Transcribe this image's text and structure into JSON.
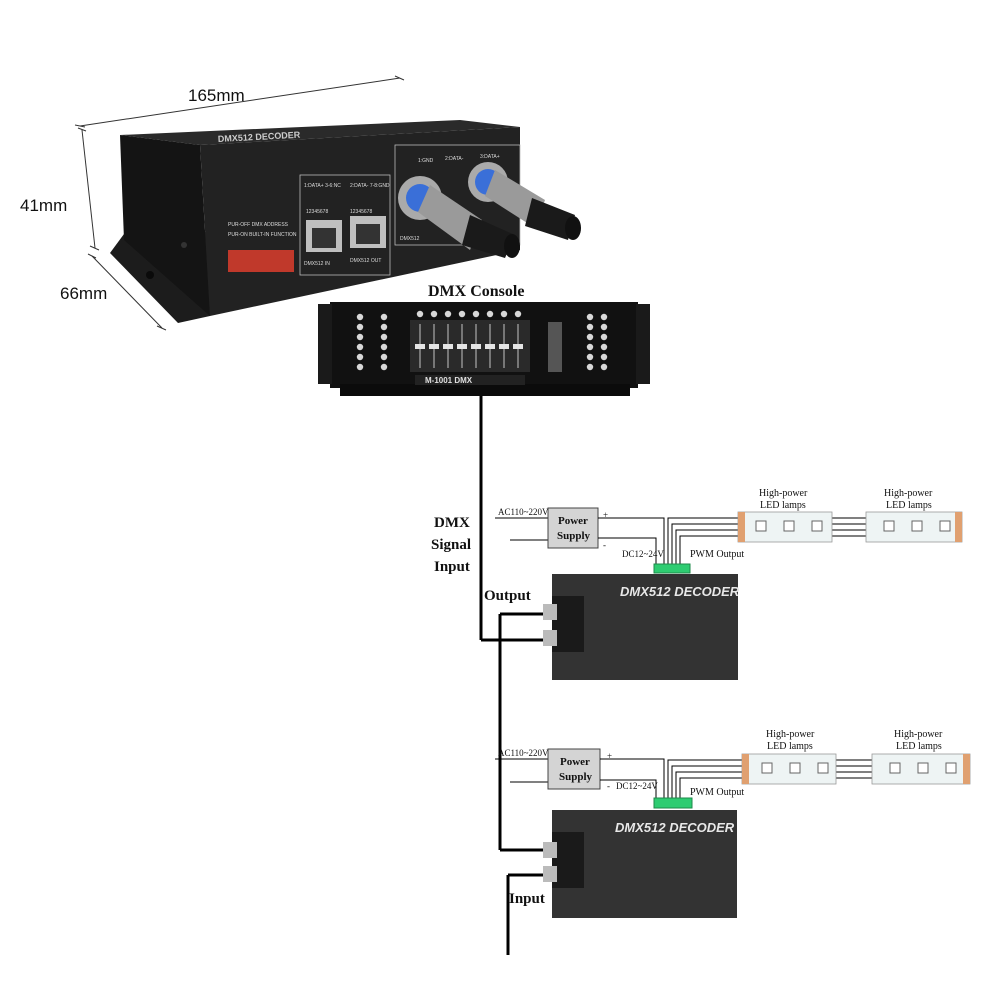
{
  "dimensions": {
    "length": "165mm",
    "height": "41mm",
    "width": "66mm"
  },
  "device": {
    "top_label": "DMX512 DECODER",
    "port_in_header": "1:DATA+ 3-6:NC",
    "port_out_header": "2:DATA- 7-8:GND",
    "pin_numbers": "12345678",
    "port_in_label": "DMX512 IN",
    "port_out_label": "DMX512 OUT",
    "switch_label_1": "PUR-OFF DMX ADDRESS",
    "switch_label_2": "PUR-ON BUILT-IN FUNCTION",
    "xlr_header_1": "1:GND",
    "xlr_header_2": "2:DATA-",
    "xlr_header_3": "3:DATA+",
    "xlr_footer": "DMX512"
  },
  "console": {
    "title": "DMX Console",
    "model": "M-1001 DMX"
  },
  "signal": {
    "line1": "DMX",
    "line2": "Signal",
    "line3": "Input"
  },
  "units": [
    {
      "ac_label": "AC110~220V",
      "psu_line1": "Power",
      "psu_line2": "Supply",
      "plus": "+",
      "minus": "-",
      "dc_label": "DC12~24V",
      "pwm_label": "PWM Output",
      "decoder_label": "DMX512 DECODER",
      "lamp_a_line1": "High-power",
      "lamp_a_line2": "LED lamps",
      "lamp_b_line1": "High-power",
      "lamp_b_line2": "LED lamps",
      "io_label": "Output"
    },
    {
      "ac_label": "AC110~220V",
      "psu_line1": "Power",
      "psu_line2": "Supply",
      "plus": "+",
      "minus": "-",
      "dc_label": "DC12~24V",
      "pwm_label": "PWM Output",
      "decoder_label": "DMX512 DECODER",
      "lamp_a_line1": "High-power",
      "lamp_a_line2": "LED lamps",
      "lamp_b_line1": "High-power",
      "lamp_b_line2": "LED lamps",
      "io_label": "Input"
    }
  ]
}
